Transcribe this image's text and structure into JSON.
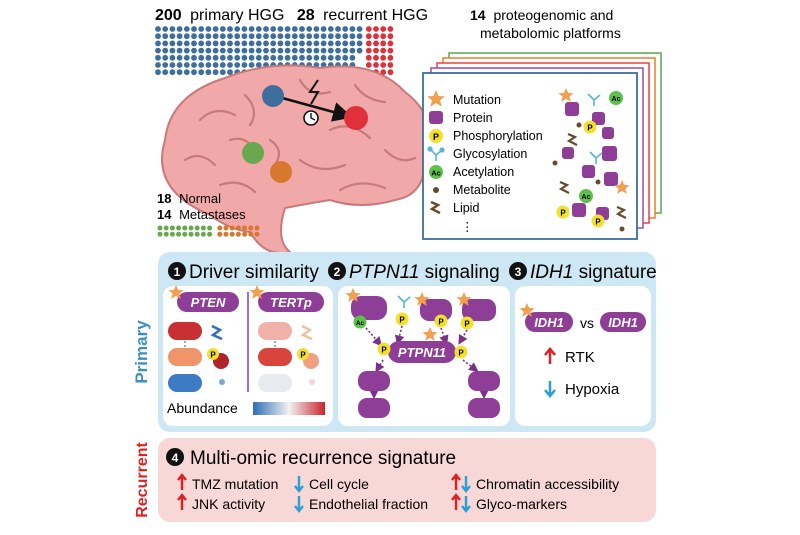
{
  "cohorts": {
    "primary_count": "200",
    "primary_label": "primary HGG",
    "recurrent_count": "28",
    "recurrent_label": "recurrent HGG",
    "normal_count": "18",
    "normal_label": "Normal",
    "metastases_count": "14",
    "metastases_label": "Metastases"
  },
  "platforms": {
    "count": "14",
    "label_line1": "proteogenomic and",
    "label_line2": "metabolomic platforms"
  },
  "legend": {
    "items": [
      {
        "label": "Mutation",
        "icon": "star-icon"
      },
      {
        "label": "Protein",
        "icon": "protein-icon"
      },
      {
        "label": "Phosphorylation",
        "icon": "phospho-icon"
      },
      {
        "label": "Glycosylation",
        "icon": "glyco-icon"
      },
      {
        "label": "Acetylation",
        "icon": "acetyl-icon"
      },
      {
        "label": "Metabolite",
        "icon": "metabolite-icon"
      },
      {
        "label": "Lipid",
        "icon": "lipid-icon"
      }
    ],
    "more": "⋮",
    "p_glyph": "P",
    "ac_glyph": "Ac"
  },
  "primary": {
    "side_label": "Primary",
    "s1_num": "1",
    "s1_title": "Driver similarity",
    "s2_num": "2",
    "s2_title_italic": "PTPN11",
    "s2_title_rest": " signaling",
    "s3_num": "3",
    "s3_title_italic": "IDH1",
    "s3_title_rest": " signature",
    "pten": "PTEN",
    "tertp": "TERTp",
    "abundance": "Abundance",
    "ptpn11": "PTPN11",
    "idh1_a": "IDH1",
    "vs": "vs",
    "idh1_b": "IDH1",
    "rtk": "RTK",
    "hypoxia": "Hypoxia"
  },
  "recurrent": {
    "side_label": "Recurrent",
    "s4_num": "4",
    "s4_title": "Multi-omic recurrence signature",
    "items": [
      "TMZ mutation",
      "JNK activity",
      "Cell cycle",
      "Endothelial fraction",
      "Chromatin accessibility",
      "Glyco-markers"
    ]
  },
  "colors": {
    "primary_dot": "#3d6e9e",
    "recurrent_dot": "#e0303a",
    "normal_dot": "#6aa84f",
    "metastases_dot": "#d8782e",
    "brain": "#f1a8a8",
    "protein": "#8e3e96",
    "primary_panel": "#cde8f4",
    "recurrent_panel": "#f8d7d7",
    "up_arrow": "#e02020",
    "down_arrow": "#2a9fd6"
  }
}
